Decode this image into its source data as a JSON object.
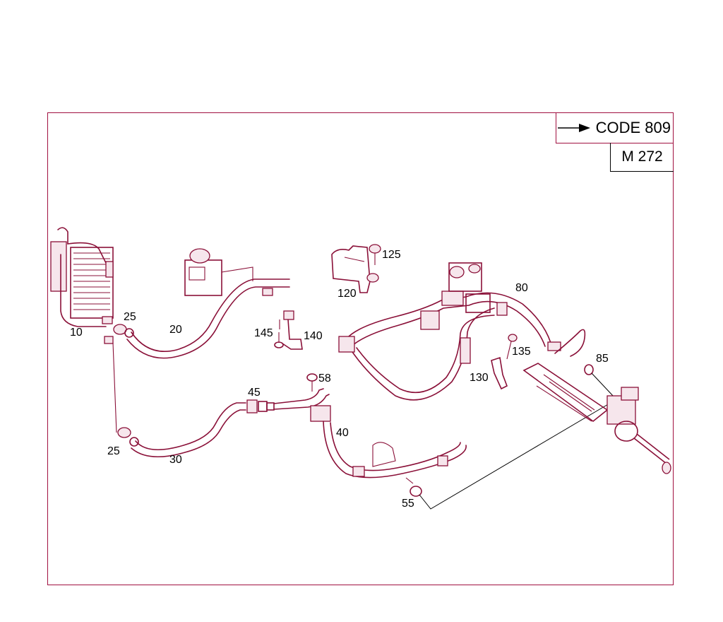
{
  "header": {
    "code_label": "CODE 809",
    "model_label": "M 272",
    "arrow_icon": "right-arrow-icon"
  },
  "colors": {
    "frame": "#a01040",
    "line_art": "#8a1038"
  },
  "callouts": [
    {
      "id": "10",
      "label": "10"
    },
    {
      "id": "20",
      "label": "20"
    },
    {
      "id": "25a",
      "label": "25"
    },
    {
      "id": "25b",
      "label": "25"
    },
    {
      "id": "30",
      "label": "30"
    },
    {
      "id": "40",
      "label": "40"
    },
    {
      "id": "45",
      "label": "45"
    },
    {
      "id": "55",
      "label": "55"
    },
    {
      "id": "58",
      "label": "58"
    },
    {
      "id": "80",
      "label": "80"
    },
    {
      "id": "85",
      "label": "85"
    },
    {
      "id": "120",
      "label": "120"
    },
    {
      "id": "125",
      "label": "125"
    },
    {
      "id": "130",
      "label": "130"
    },
    {
      "id": "135",
      "label": "135"
    },
    {
      "id": "140",
      "label": "140"
    },
    {
      "id": "145",
      "label": "145"
    }
  ]
}
